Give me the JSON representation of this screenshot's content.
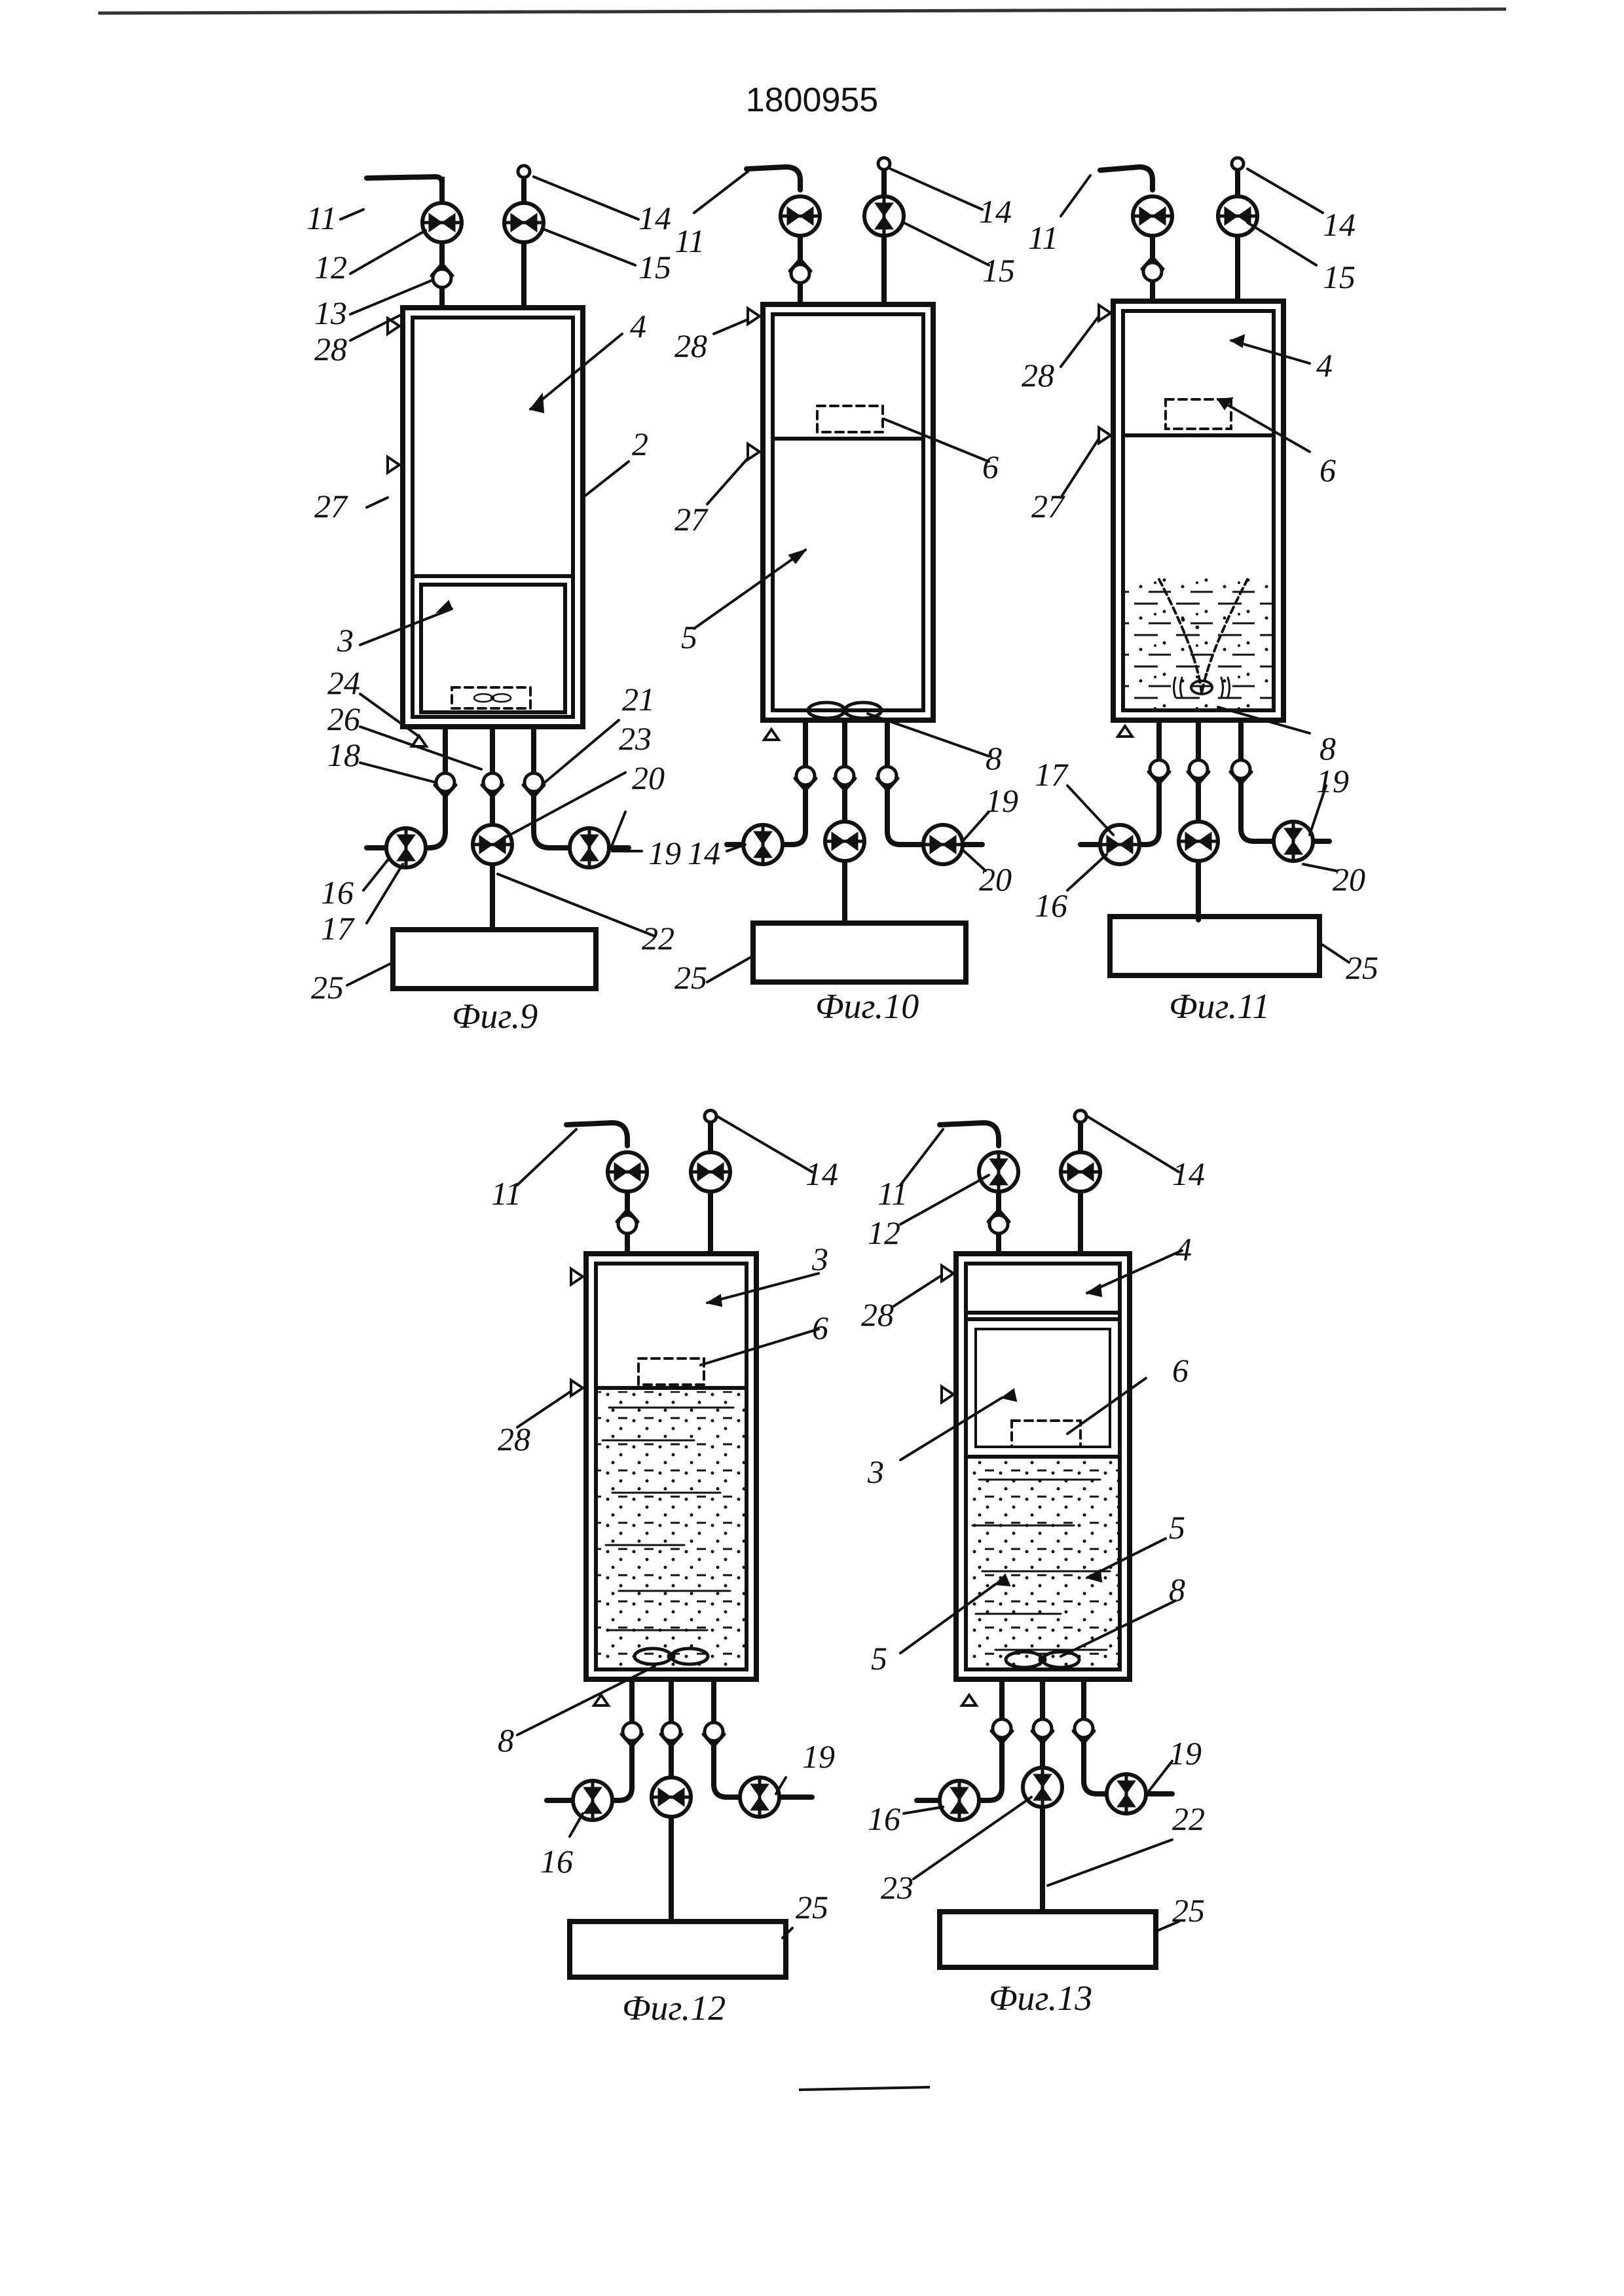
{
  "document": {
    "number": "1800955"
  },
  "figures": [
    {
      "caption": "Фиг.9",
      "labels": [
        "11",
        "12",
        "13",
        "28",
        "27",
        "14",
        "15",
        "4",
        "2",
        "3",
        "24",
        "26",
        "18",
        "21",
        "23",
        "20",
        "19",
        "16",
        "17",
        "22",
        "25"
      ]
    },
    {
      "caption": "Фиг.10",
      "labels": [
        "11",
        "14",
        "15",
        "28",
        "6",
        "27",
        "5",
        "8",
        "14",
        "19",
        "20",
        "25"
      ]
    },
    {
      "caption": "Фиг.11",
      "labels": [
        "11",
        "14",
        "15",
        "28",
        "4",
        "6",
        "27",
        "8",
        "17",
        "19",
        "16",
        "20",
        "25"
      ]
    },
    {
      "caption": "Фиг.12",
      "labels": [
        "11",
        "14",
        "3",
        "6",
        "28",
        "8",
        "19",
        "16",
        "25"
      ]
    },
    {
      "caption": "Фиг.13",
      "labels": [
        "11",
        "12",
        "14",
        "4",
        "28",
        "6",
        "3",
        "5",
        "8",
        "5",
        "19",
        "16",
        "22",
        "23",
        "25"
      ]
    }
  ],
  "colors": {
    "ink": "#111111",
    "paper": "#ffffff"
  }
}
